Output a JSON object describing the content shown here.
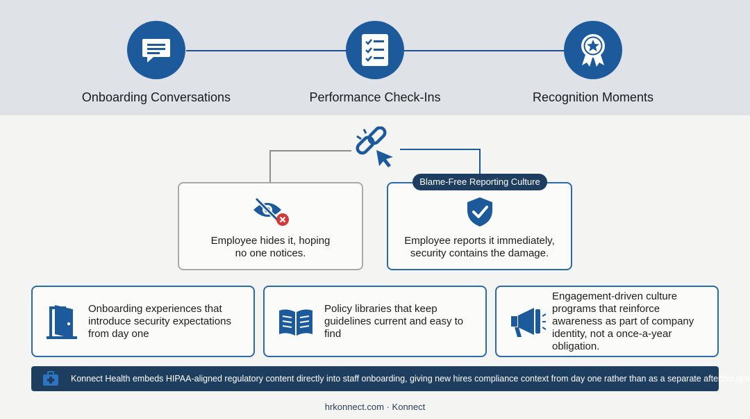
{
  "colors": {
    "primary": "#1c5a9c",
    "dark_navy": "#1e3e60",
    "outline_gray": "#a9a9a9",
    "error_red": "#d33a3a",
    "band_gray": "#dfe2e7"
  },
  "stages": [
    {
      "label": "Onboarding Conversations",
      "icon": "chat-bubble-icon"
    },
    {
      "label": "Performance Check-Ins",
      "icon": "checklist-icon"
    },
    {
      "label": "Recognition Moments",
      "icon": "award-ribbon-icon"
    }
  ],
  "center_icon": "broken-link-cursor-icon",
  "outcomes": {
    "hide": {
      "text_line1": "Employee hides it, hoping",
      "text_line2": "no one notices.",
      "icon": "hidden-eye-icon"
    },
    "report": {
      "badge": "Blame-Free Reporting Culture",
      "text_line1": "Employee reports it immediately,",
      "text_line2": "security contains the damage.",
      "icon": "shield-check-icon"
    }
  },
  "cards": [
    {
      "text": "Onboarding experiences that introduce security expectations from day one",
      "icon": "door-icon"
    },
    {
      "text": "Policy libraries that keep guidelines current and easy to find",
      "icon": "open-book-icon"
    },
    {
      "text": "Engagement-driven culture programs that reinforce awareness as part of company identity, not a once-a-year obligation.",
      "icon": "megaphone-icon"
    }
  ],
  "note": {
    "icon": "medical-kit-icon",
    "text": "Konnect Health embeds HIPAA-aligned regulatory content directly into staff onboarding, giving new hires compliance context from day one rather than as a separate afterthought."
  },
  "footer": "hrkonnect.com · Konnect"
}
